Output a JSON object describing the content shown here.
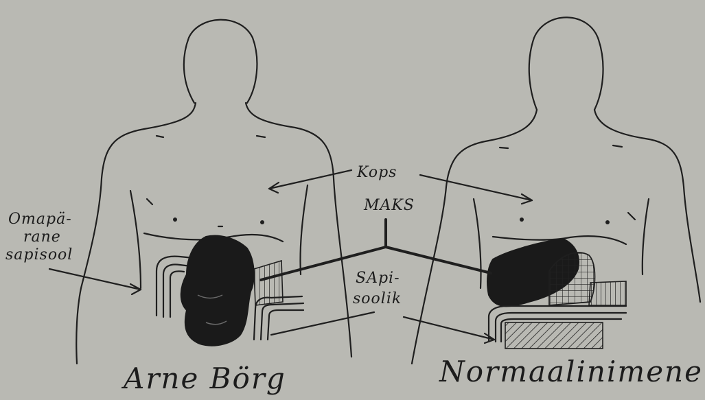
{
  "labels": {
    "kops": "Kops",
    "maks": "MAKS",
    "omapara_line1": "Omapä-",
    "omapara_line2": "rane",
    "omapara_line3": "sapisool",
    "sapi_line1": "SApi-",
    "sapi_line2": "soolik"
  },
  "captions": {
    "left": "Arne Börg",
    "right": "Normaalinimene"
  },
  "colors": {
    "paper": "#b9b9b3",
    "ink": "#1f1f1f"
  }
}
